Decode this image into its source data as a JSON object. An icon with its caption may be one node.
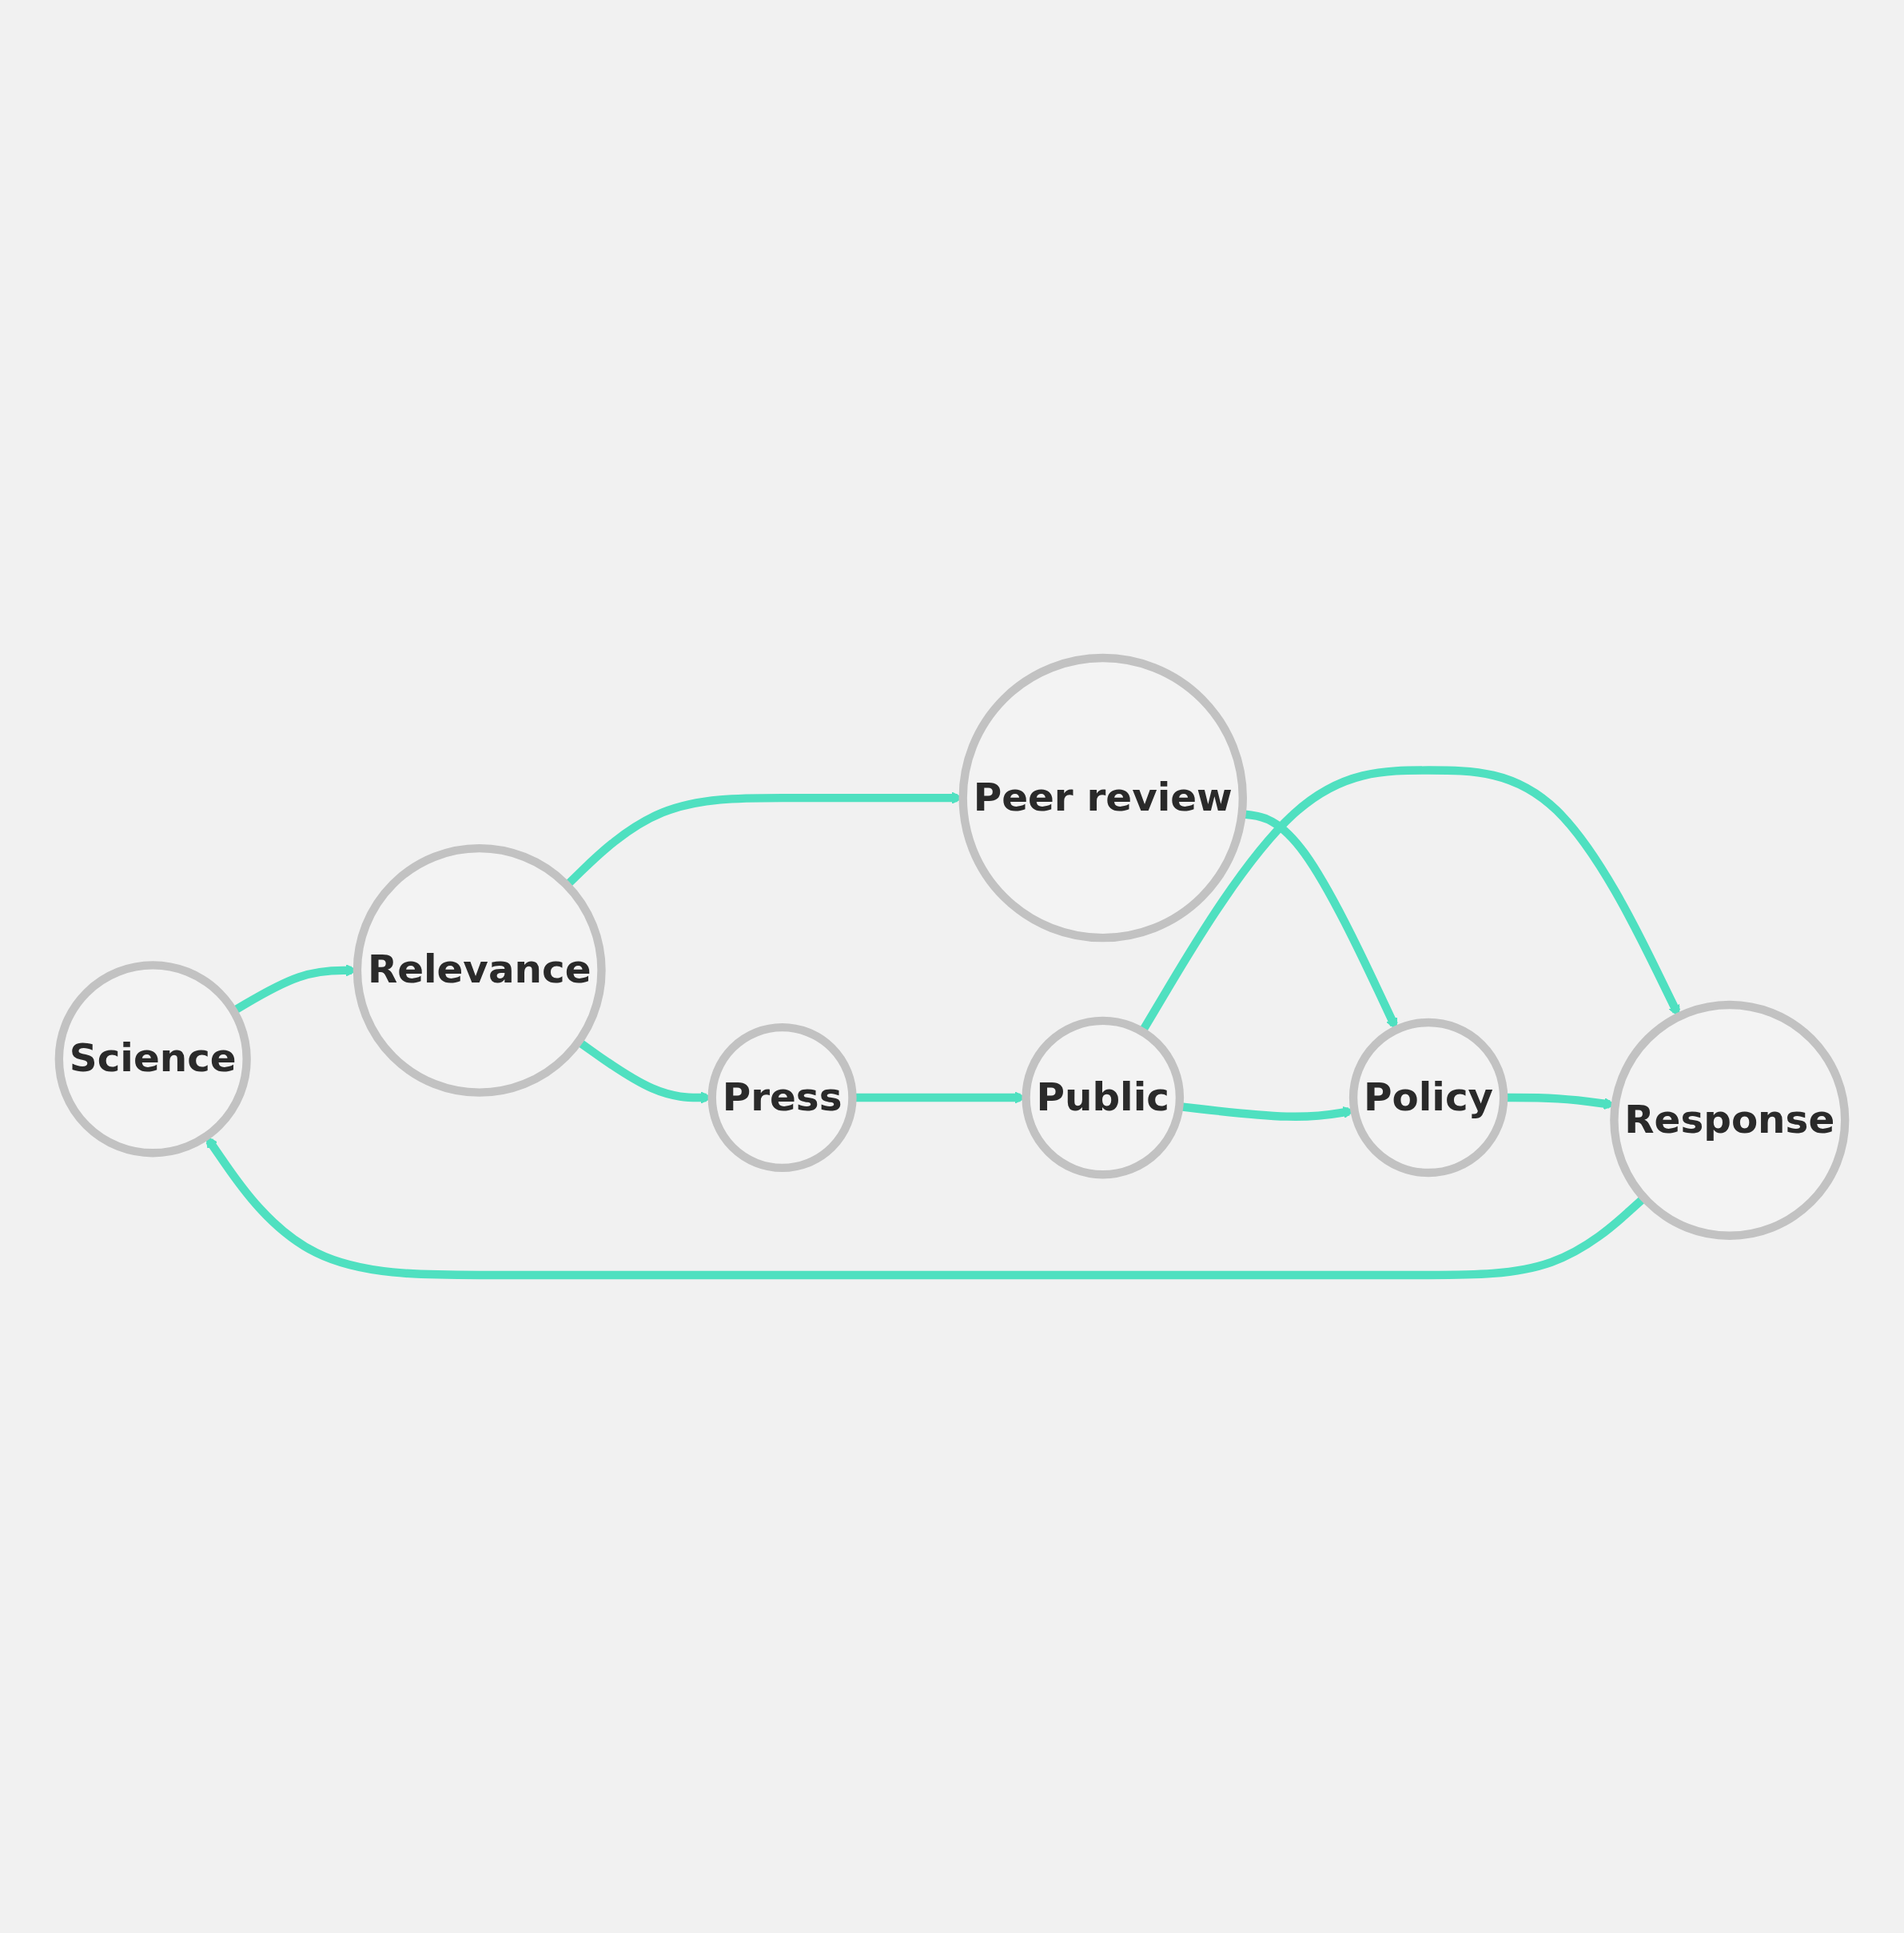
{
  "diagram": {
    "nodes": [
      {
        "text": [
          "Science"
        ]
      },
      {
        "text": [
          "Relevance"
        ]
      },
      {
        "text": [
          "Response"
        ]
      },
      {
        "text": [
          "Peer review"
        ]
      },
      {
        "text": [
          "Press"
        ]
      },
      {
        "text": [
          "Policy"
        ]
      },
      {
        "text": [
          "Public"
        ]
      }
    ],
    "edges": [
      {
        "from": 0,
        "to": 1,
        "arrow": "to"
      },
      {
        "from": 1,
        "to": 4,
        "arrow": "to"
      },
      {
        "from": 1,
        "to": 3,
        "arrow": "to"
      },
      {
        "from": 3,
        "to": 5,
        "arrow": "to"
      },
      {
        "from": 4,
        "to": 6,
        "arrow": "to"
      },
      {
        "from": 6,
        "to": 5,
        "arrow": "to"
      },
      {
        "from": 6,
        "to": 2,
        "arrow": "to"
      },
      {
        "from": 5,
        "to": 2,
        "arrow": "to"
      },
      {
        "from": 2,
        "to": 0,
        "arrow": "to"
      }
    ]
  }
}
